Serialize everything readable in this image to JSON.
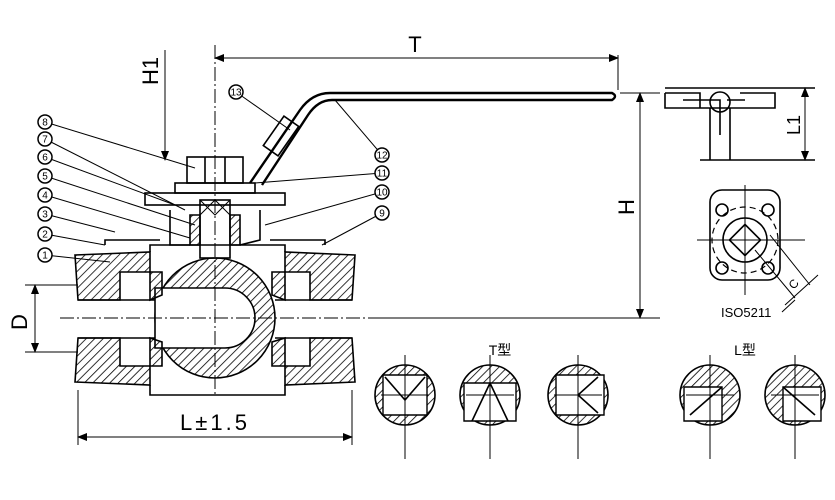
{
  "dimensions": {
    "T": "T",
    "H1": "H1",
    "H": "H",
    "L1": "L1",
    "D": "D",
    "L": "L±1.5",
    "C": "C"
  },
  "standard": "ISO5211",
  "port_types": {
    "t_type": "T型",
    "l_type": "L型"
  },
  "callouts": [
    "1",
    "2",
    "3",
    "4",
    "5",
    "6",
    "7",
    "8",
    "9",
    "10",
    "11",
    "12",
    "13"
  ],
  "colors": {
    "line": "#000000",
    "background": "#ffffff"
  }
}
